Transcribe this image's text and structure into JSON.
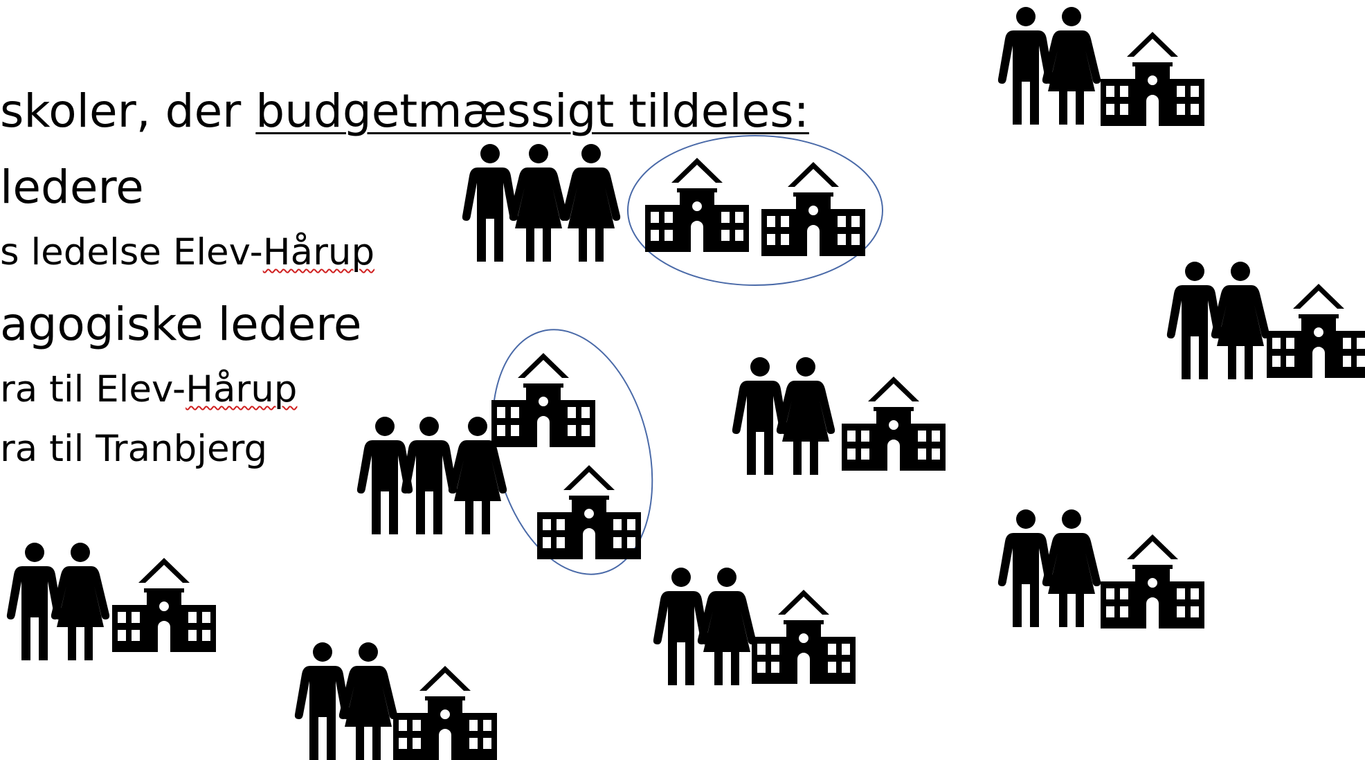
{
  "slide": {
    "heading": {
      "prefix": "skoler, der ",
      "underlined": "budgetmæssigt tildeles:"
    },
    "bullets": [
      {
        "level": 1,
        "text": "ledere"
      },
      {
        "level": 2,
        "text": "s ledelse Elev-",
        "squiggle": "Hårup"
      },
      {
        "level": 1,
        "text": "agogiske ledere"
      },
      {
        "level": 2,
        "text": "ra til Elev-",
        "squiggle": "Hårup"
      },
      {
        "level": 2,
        "text": "ra til Tranbjerg"
      }
    ]
  },
  "icons": {
    "person": "person-icon",
    "school": "school-building-icon",
    "grouping": "ellipse-outline"
  },
  "colors": {
    "text": "#000000",
    "ellipse": "#4a6aa8",
    "spellcheck": "#d02020",
    "background": "#ffffff"
  }
}
